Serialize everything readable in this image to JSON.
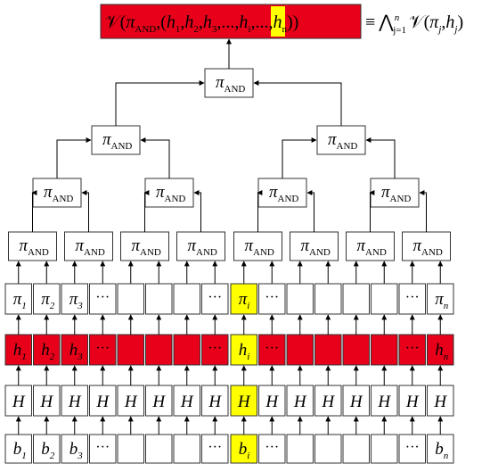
{
  "colors": {
    "red": "#e8001a",
    "yellow": "#ffff00",
    "white": "#ffffff",
    "stroke": "#333333"
  },
  "top_formula": {
    "left": {
      "V": "𝒱",
      "open": "(",
      "pi": "π",
      "pi_sub": "AND",
      "sep": ",(",
      "h1": "h",
      "h1_sub": "1",
      "h2": "h",
      "h2_sub": "2",
      "h3": "h",
      "h3_sub": "3",
      "dots1": ",...,",
      "hi": "h",
      "hi_sub": "i",
      "dots2": ",...,",
      "hn": "h",
      "hn_sub": "n",
      "close": "))"
    },
    "right": {
      "equiv": "≡",
      "wedge": "⋀",
      "sup": "n",
      "sub": "j=1",
      "V": "𝒱",
      "open": "(",
      "pi": "π",
      "pi_sub": "j",
      "comma": ",",
      "h": "h",
      "h_sub": "j",
      "close": ")"
    }
  },
  "pi_and": {
    "symbol": "π",
    "sub": "AND"
  },
  "rows": {
    "b": [
      {
        "main": "b",
        "sub": "1"
      },
      {
        "main": "b",
        "sub": "2"
      },
      {
        "main": "b",
        "sub": "3"
      },
      {
        "dots": "···"
      },
      {},
      {},
      {},
      {
        "dots": "···"
      },
      {
        "main": "b",
        "sub": "i",
        "highlight": true
      },
      {
        "dots": "···"
      },
      {},
      {},
      {},
      {},
      {
        "dots": "···"
      },
      {
        "main": "b",
        "sub": "n"
      }
    ],
    "H": [
      "H",
      "H",
      "H",
      "H",
      "H",
      "H",
      "H",
      "H",
      "H",
      "H",
      "H",
      "H",
      "H",
      "H",
      "H",
      "H"
    ],
    "h": [
      {
        "main": "h",
        "sub": "1"
      },
      {
        "main": "h",
        "sub": "2"
      },
      {
        "main": "h",
        "sub": "3"
      },
      {
        "dots": "···"
      },
      {},
      {},
      {},
      {
        "dots": "···"
      },
      {
        "main": "h",
        "sub": "i",
        "highlight": true
      },
      {
        "dots": "···"
      },
      {},
      {},
      {},
      {},
      {
        "dots": "···"
      },
      {
        "main": "h",
        "sub": "n"
      }
    ],
    "pi": [
      {
        "main": "π",
        "sub": "1"
      },
      {
        "main": "π",
        "sub": "2"
      },
      {
        "main": "π",
        "sub": "3"
      },
      {
        "dots": "···"
      },
      {},
      {},
      {},
      {
        "dots": "···"
      },
      {
        "main": "π",
        "sub": "i",
        "highlight": true
      },
      {
        "dots": "···"
      },
      {},
      {},
      {},
      {},
      {
        "dots": "···"
      },
      {
        "main": "π",
        "sub": "n"
      }
    ]
  }
}
